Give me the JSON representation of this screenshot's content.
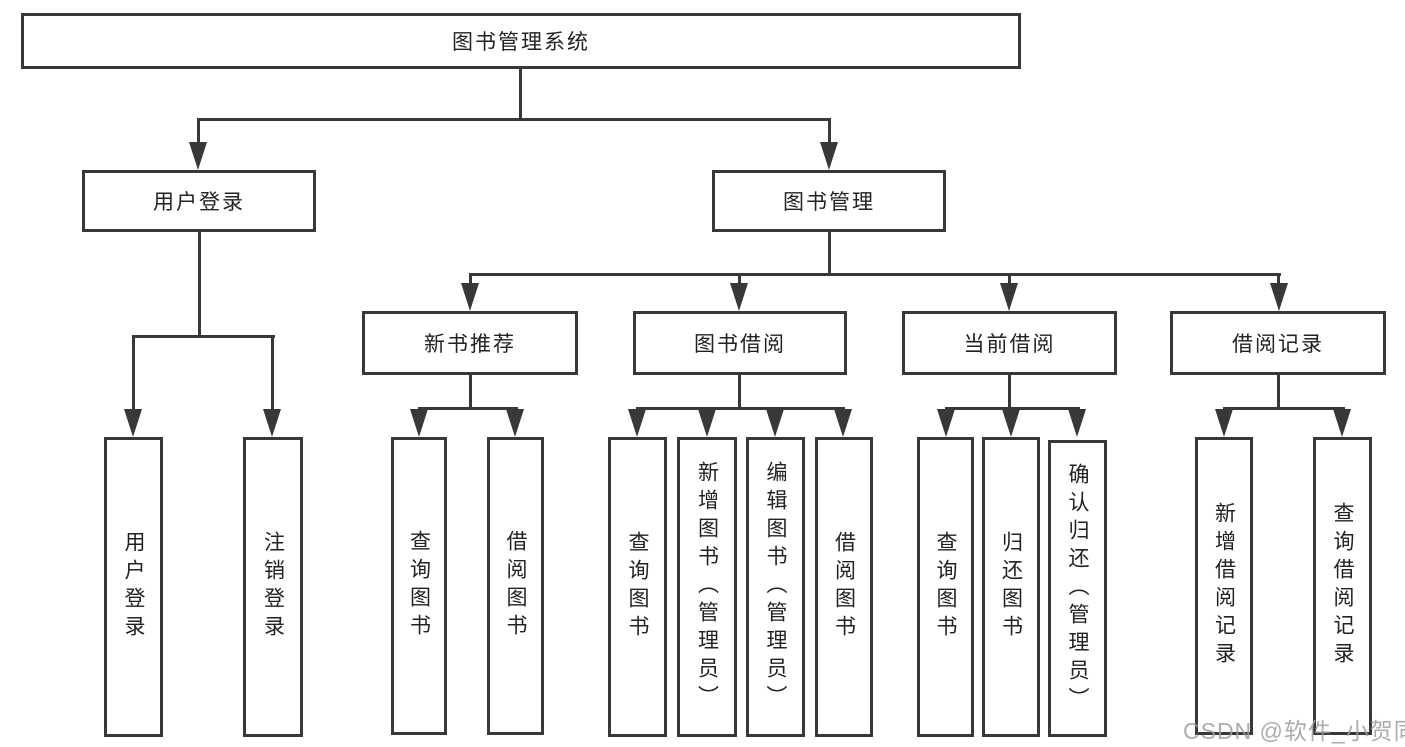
{
  "tree": {
    "root": {
      "label": "图书管理系统"
    },
    "level2": [
      {
        "label": "用户登录",
        "children": [
          {
            "label": "用户登录"
          },
          {
            "label": "注销登录"
          }
        ]
      },
      {
        "label": "图书管理",
        "children": [
          {
            "label": "新书推荐",
            "children": [
              {
                "label": "查询图书"
              },
              {
                "label": "借阅图书"
              }
            ]
          },
          {
            "label": "图书借阅",
            "children": [
              {
                "label": "查询图书"
              },
              {
                "label": "新增图书（管理员）"
              },
              {
                "label": "编辑图书（管理员）"
              },
              {
                "label": "借阅图书"
              }
            ]
          },
          {
            "label": "当前借阅",
            "children": [
              {
                "label": "查询图书"
              },
              {
                "label": "归还图书"
              },
              {
                "label": "确认归还（管理员）"
              }
            ]
          },
          {
            "label": "借阅记录",
            "children": [
              {
                "label": "新增借阅记录"
              },
              {
                "label": "查询借阅记录"
              }
            ]
          }
        ]
      }
    ]
  },
  "watermark": {
    "text": "CSDN @软件_小贺同学"
  },
  "colors": {
    "line": "#383838",
    "text": "#222222",
    "background": "#ffffff",
    "watermark": "#9e9e9e"
  }
}
